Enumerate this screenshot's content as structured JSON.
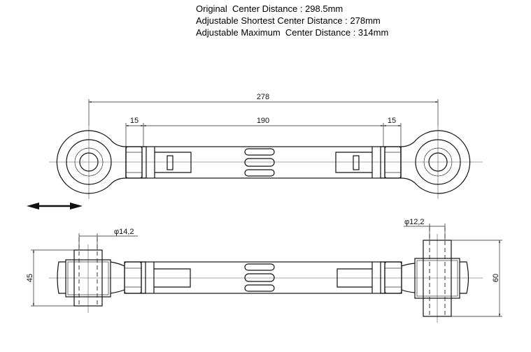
{
  "specs": {
    "original": "Original  Center Distance : 298.5mm",
    "shortest": "Adjustable Shortest Center Distance : 278mm",
    "maximum": "Adjustable Maximum  Center Distance : 314mm"
  },
  "dimensions": {
    "overall": "278",
    "nut_left": "15",
    "sleeve": "190",
    "nut_right": "15",
    "left_bore": "φ14,2",
    "right_bore": "φ12,2",
    "left_width": "45",
    "right_width": "60"
  }
}
